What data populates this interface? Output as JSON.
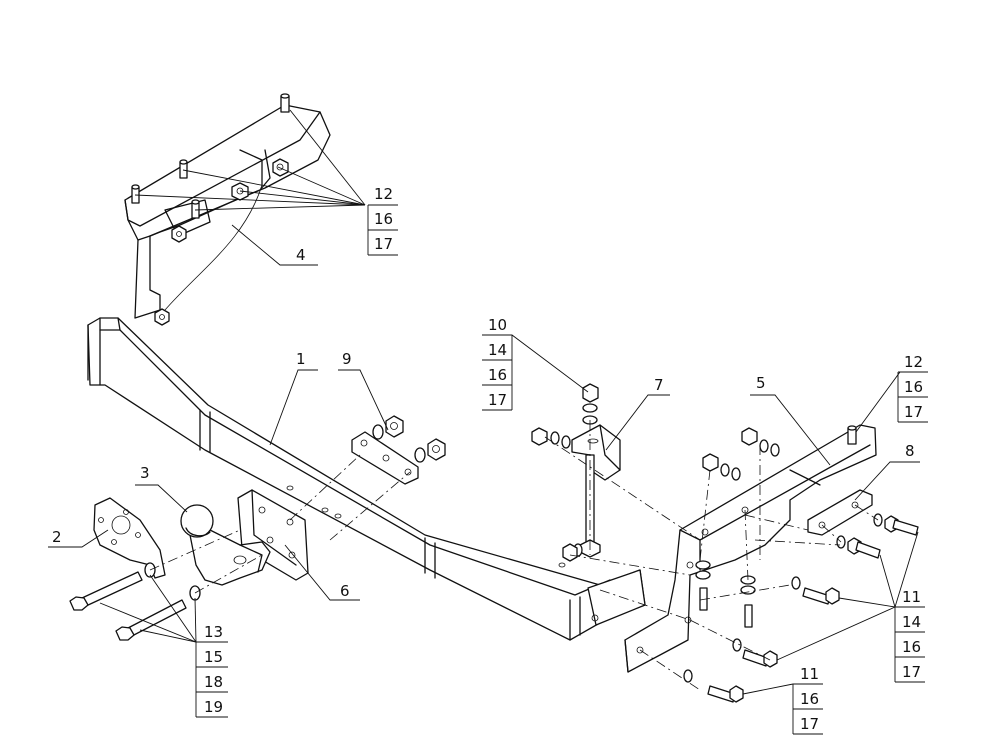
{
  "callouts": {
    "c1": "1",
    "c2": "2",
    "c3": "3",
    "c4": "4",
    "c5": "5",
    "c6": "6",
    "c7": "7",
    "c8": "8",
    "c9": "9",
    "stack_top_left": [
      "12",
      "16",
      "17"
    ],
    "stack_mid": [
      "10",
      "14",
      "16",
      "17"
    ],
    "stack_top_right": [
      "12",
      "16",
      "17"
    ],
    "stack_right": [
      "11",
      "14",
      "16",
      "17"
    ],
    "stack_bottom_right": [
      "11",
      "16",
      "17"
    ],
    "stack_bottom_left": [
      "13",
      "15",
      "18",
      "19"
    ]
  }
}
